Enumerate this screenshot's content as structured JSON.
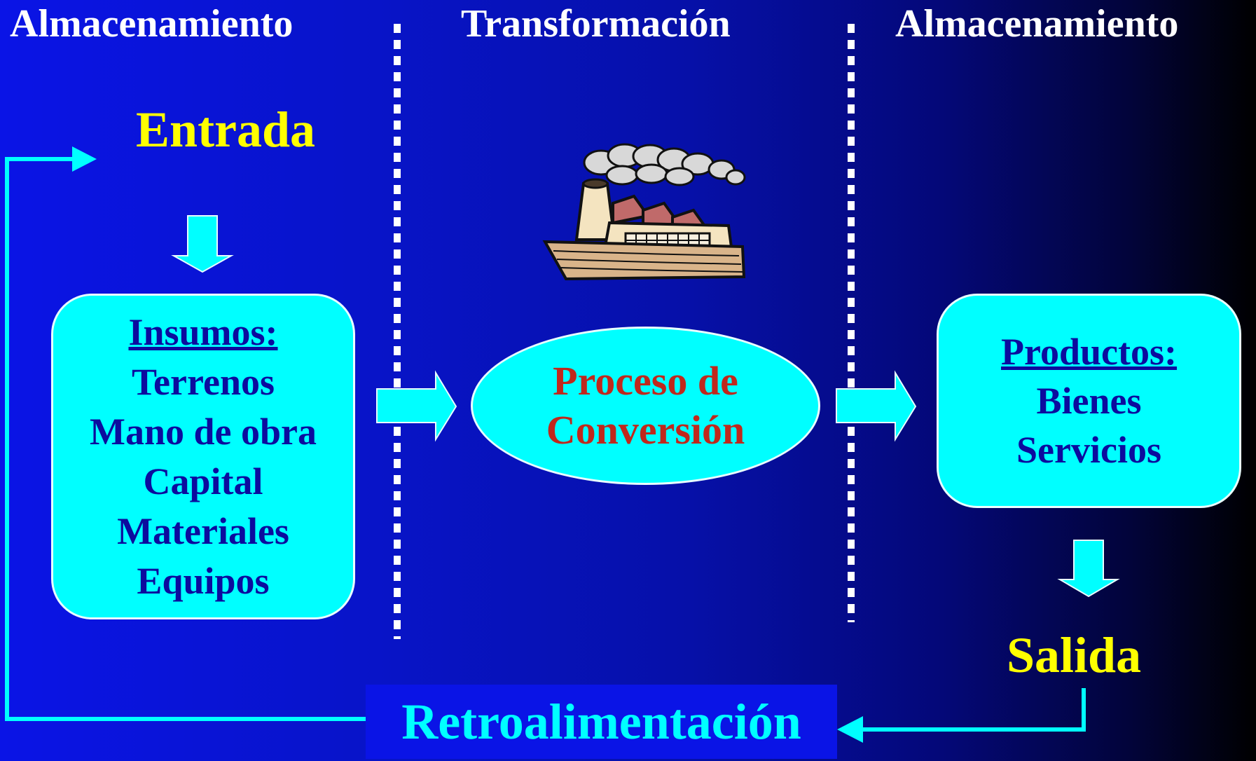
{
  "headers": {
    "left": "Almacenamiento",
    "center": "Transformación",
    "right": "Almacenamiento"
  },
  "entrada": "Entrada",
  "insumos": {
    "title": "Insumos:",
    "items": [
      "Terrenos",
      "Mano de obra",
      "Capital",
      "Materiales",
      "Equipos"
    ]
  },
  "proceso": {
    "line1": "Proceso de",
    "line2": "Conversión"
  },
  "productos": {
    "title": "Productos:",
    "items": [
      "Bienes",
      "Servicios"
    ]
  },
  "salida": "Salida",
  "retroalimentacion": "Retroalimentación",
  "colors": {
    "shape_fill": "#00ffff",
    "heading_text": "#ffff00",
    "box_text": "#0c0c9e",
    "process_text": "#c0281c",
    "feedback_line": "#00ffff"
  },
  "icons": [
    "factory-icon"
  ]
}
